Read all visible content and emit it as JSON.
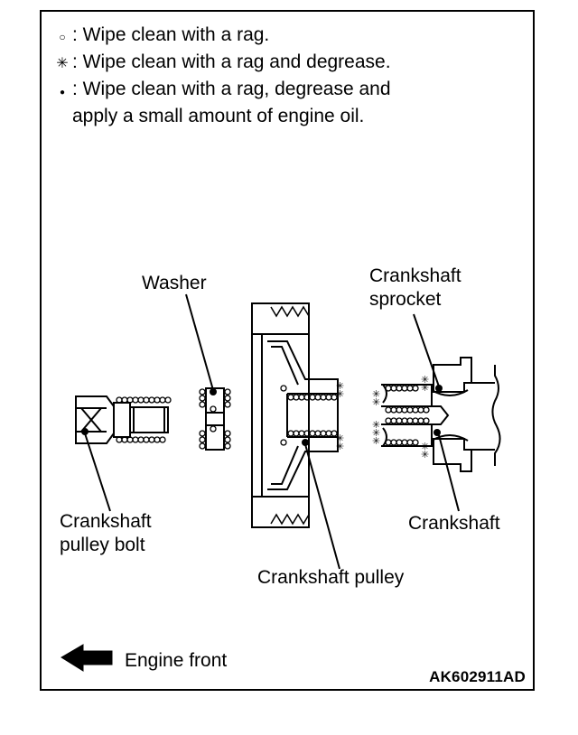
{
  "legend": [
    {
      "symbol": "○",
      "icon": "small-circle-icon",
      "text": ": Wipe clean with a rag."
    },
    {
      "symbol": "✳",
      "icon": "asterisk-icon",
      "text": ": Wipe clean with a rag and degrease."
    },
    {
      "symbol": "●",
      "icon": "filled-dot-icon",
      "text": ": Wipe clean with a rag, degrease and"
    },
    {
      "symbol": "",
      "icon": "",
      "text": "apply a small amount of engine oil."
    }
  ],
  "labels": {
    "washer": "Washer",
    "sprocket_line1": "Crankshaft",
    "sprocket_line2": "sprocket",
    "bolt_line1": "Crankshaft",
    "bolt_line2": "pulley bolt",
    "crankshaft": "Crankshaft",
    "pulley": "Crankshaft pulley",
    "engine_front": "Engine front"
  },
  "figure_code": "AK602911AD"
}
